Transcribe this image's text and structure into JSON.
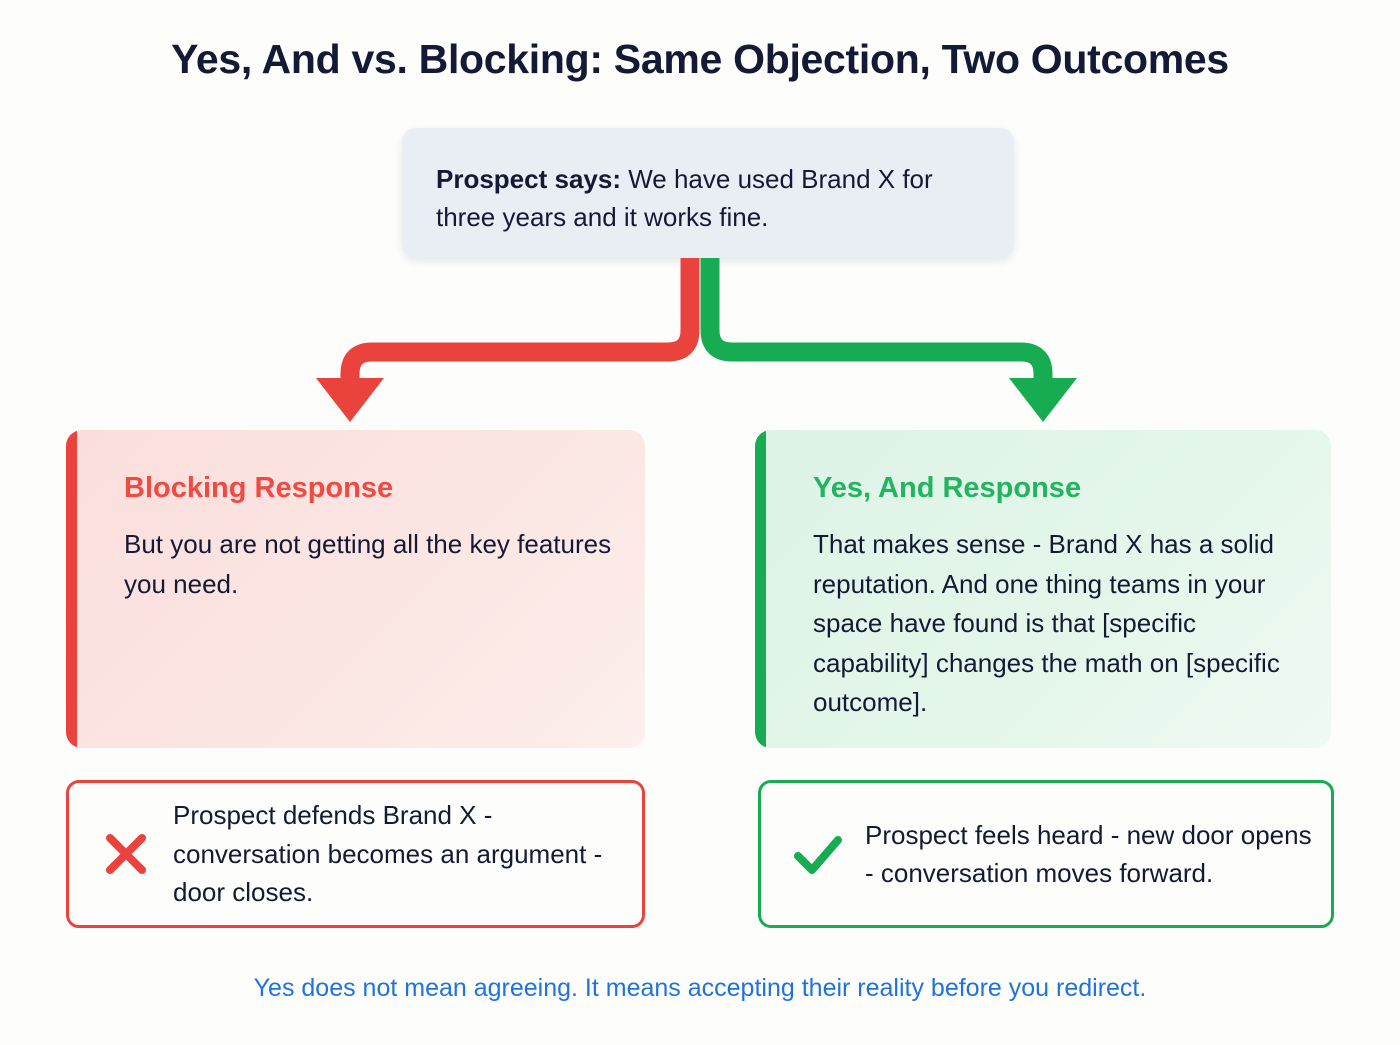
{
  "page": {
    "title": "Yes, And vs. Blocking: Same Objection, Two Outcomes",
    "background_color": "#fdfdfc"
  },
  "prospect": {
    "lead_label": "Prospect says:",
    "quote": " We have used Brand X for three years and it works fine.",
    "background_color": "#e9edf4"
  },
  "branches": {
    "left": {
      "name": "blocking-branch",
      "color": "#ea423c",
      "arrow_direction": "down"
    },
    "right": {
      "name": "yes-and-branch",
      "color": "#17ab52",
      "arrow_direction": "down"
    }
  },
  "responses": [
    {
      "id": "blocking",
      "title": "Blocking Response",
      "body": "But you are not getting all the key features you need.",
      "accent_color": "#ea423c",
      "title_color": "#ef4b43",
      "fill_color": "#fbe2e0"
    },
    {
      "id": "yes-and",
      "title": "Yes, And Response",
      "body": "That makes sense - Brand X has a solid reputation. And one thing teams in your space have found is that [specific capability] changes the math on [specific outcome].",
      "accent_color": "#17ab52",
      "title_color": "#22b560",
      "fill_color": "#e3f6e9"
    }
  ],
  "outcomes": [
    {
      "id": "blocking",
      "icon": "cross-mark-icon",
      "icon_color": "#ea423c",
      "text": "Prospect defends Brand X - conversation becomes an argument - door closes.",
      "border_color": "#ea423c"
    },
    {
      "id": "yes-and",
      "icon": "check-mark-icon",
      "icon_color": "#17ab52",
      "text": "Prospect feels heard - new door opens - conversation moves forward.",
      "border_color": "#17ab52"
    }
  ],
  "footer": {
    "note": "Yes does not mean agreeing. It means accepting their reality before you redirect.",
    "color": "#1f73df"
  }
}
